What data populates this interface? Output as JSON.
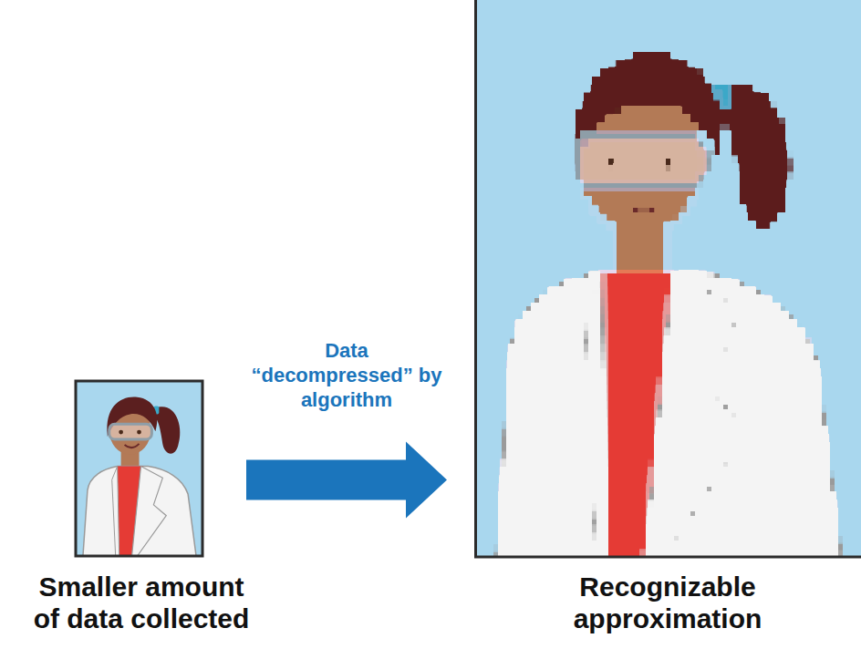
{
  "diagram": {
    "nodes": [
      {
        "text": [
          "Smaller amount of data collected"
        ]
      },
      {
        "text": [
          "Recognizable approximation"
        ]
      }
    ],
    "edges": [
      {
        "from": 0,
        "to": 1,
        "arrow": "to",
        "label": "Data “decompressed” by algorithm"
      }
    ]
  }
}
